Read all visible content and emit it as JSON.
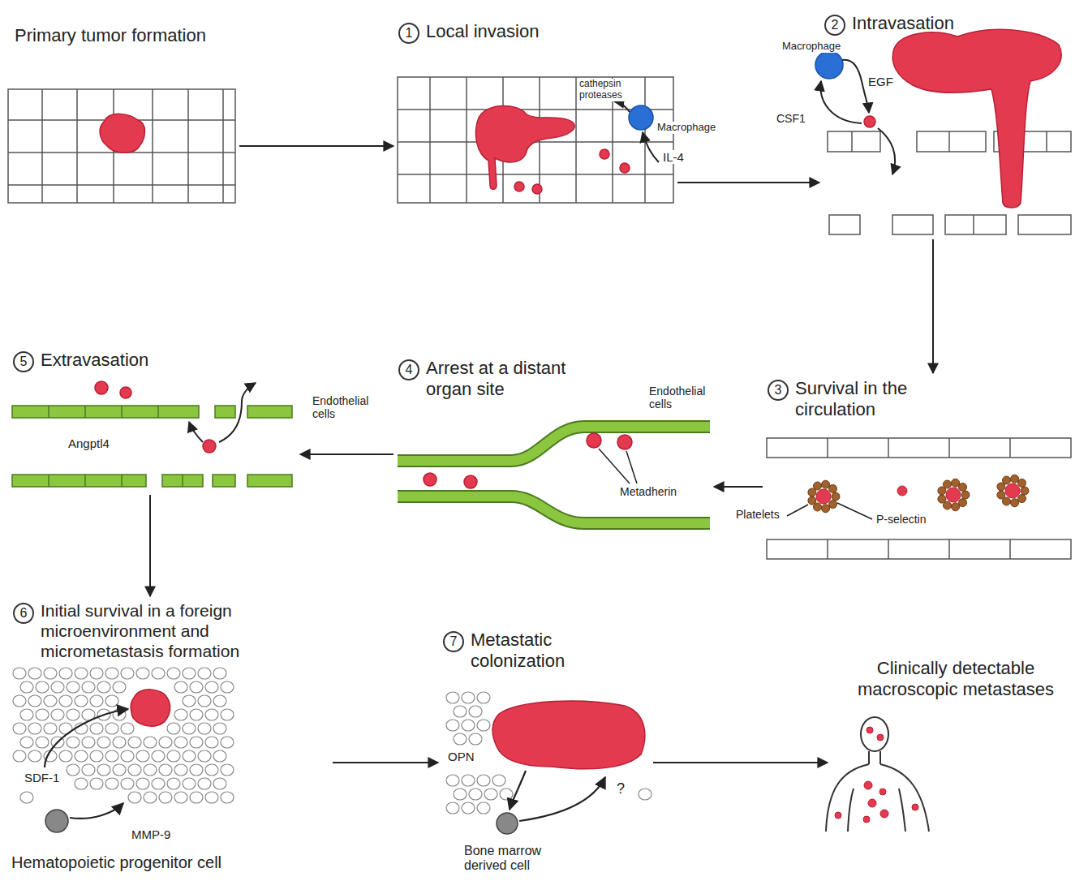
{
  "diagram": {
    "nodes": [
      {
        "text": [
          "Primary tumor formation"
        ]
      },
      {
        "text": [
          "Local invasion"
        ]
      },
      {
        "text": [
          "Intravasation"
        ]
      },
      {
        "text": [
          "Survival in the circulation"
        ]
      },
      {
        "text": [
          "Arrest at a distant organ site"
        ]
      },
      {
        "text": [
          "Extravasation"
        ]
      },
      {
        "text": [
          "Initial survival in a foreign microenvironment and micrometastasis formation"
        ]
      },
      {
        "text": [
          "Metastatic colonization"
        ]
      },
      {
        "text": [
          "Clinically detectable macroscopic metastases"
        ]
      }
    ],
    "edges": [
      {
        "from": 0,
        "to": 1,
        "arrow": "to"
      },
      {
        "from": 1,
        "to": 2,
        "arrow": "to"
      },
      {
        "from": 2,
        "to": 3,
        "arrow": "to"
      },
      {
        "from": 3,
        "to": 4,
        "arrow": "to"
      },
      {
        "from": 4,
        "to": 5,
        "arrow": "to"
      },
      {
        "from": 5,
        "to": 6,
        "arrow": "to"
      },
      {
        "from": 6,
        "to": 7,
        "arrow": "to"
      },
      {
        "from": 7,
        "to": 8,
        "arrow": "to"
      }
    ],
    "labels": [
      "1",
      "2",
      "3",
      "4",
      "5",
      "6",
      "7",
      "cathepsin proteases",
      "Macrophage",
      "IL-4",
      "Macrophage",
      "EGF",
      "CSF1",
      "Platelets",
      "P-selectin",
      "Metadherin",
      "Endothelial cells",
      "Endothelial cells",
      "Angptl4",
      "SDF-1",
      "MMP-9",
      "Hematopoietic progenitor cell",
      "OPN",
      "?",
      "Bone marrow derived cell"
    ]
  }
}
